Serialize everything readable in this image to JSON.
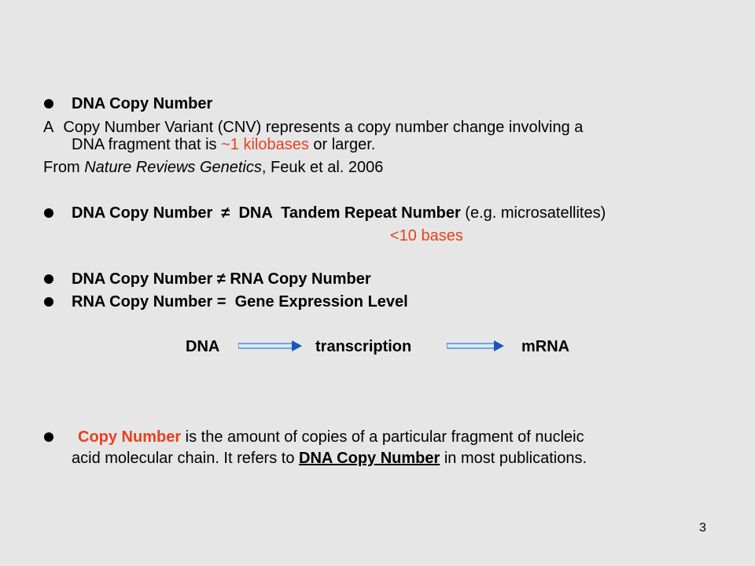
{
  "slide": {
    "page_number": "3",
    "item1": {
      "heading": "DNA Copy Number",
      "line1_lead": " A",
      "line1_text": "Copy Number Variant (CNV) represents a copy number change involving a",
      "line2_pre": "DNA fragment that is ",
      "line2_red": "~1 kilobases",
      "line2_post": " or larger.",
      "source_pre": "From ",
      "source_italic": "Nature Reviews Genetics",
      "source_post": ", Feuk et al. 2006"
    },
    "item2": {
      "bold": "DNA Copy Number  ≠  DNA  Tandem Repeat Number",
      "normal": " (e.g. microsatellites)",
      "note": "<10 bases"
    },
    "item3": {
      "text": "DNA Copy Number ≠ RNA Copy Number"
    },
    "item4": {
      "text": "RNA Copy Number =  Gene Expression Level"
    },
    "flow": {
      "left": "DNA",
      "middle": "transcription",
      "right": "mRNA"
    },
    "item5": {
      "lead_red": "Copy Number",
      "line1_rest": " is the amount of copies of a particular fragment of nucleic",
      "line2_pre": "acid molecular chain. It refers to ",
      "line2_underlined": "DNA Copy Number",
      "line2_post": " in most publications."
    }
  },
  "colors": {
    "background": "#e6e6e6",
    "accent": "#e8401c",
    "text": "#000000"
  }
}
